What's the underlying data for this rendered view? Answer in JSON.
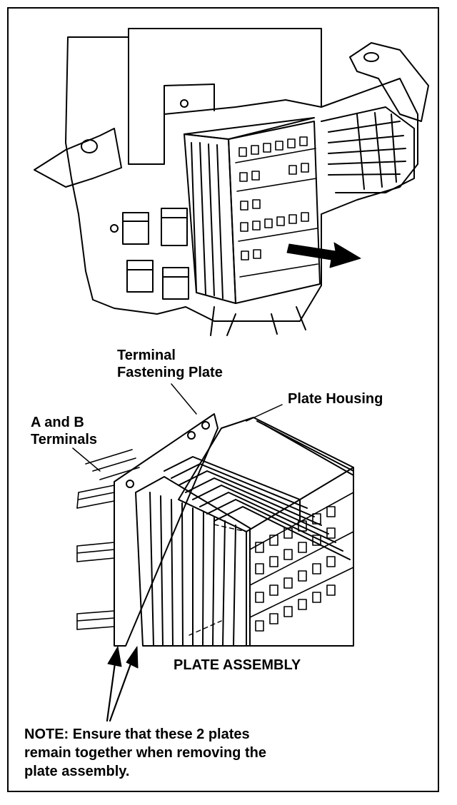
{
  "labels": {
    "terminal_fastening_plate": "Terminal\nFastening Plate",
    "plate_housing": "Plate Housing",
    "ab_terminals": "A and B\nTerminals",
    "plate_assembly": "PLATE ASSEMBLY"
  },
  "note": {
    "prefix": "NOTE:",
    "text": " Ensure that these 2 plates remain together when removing the plate assembly."
  },
  "icons": {
    "removal_arrow": "arrow-right-down-icon",
    "pointer_arrows": "arrow-up-icon"
  }
}
